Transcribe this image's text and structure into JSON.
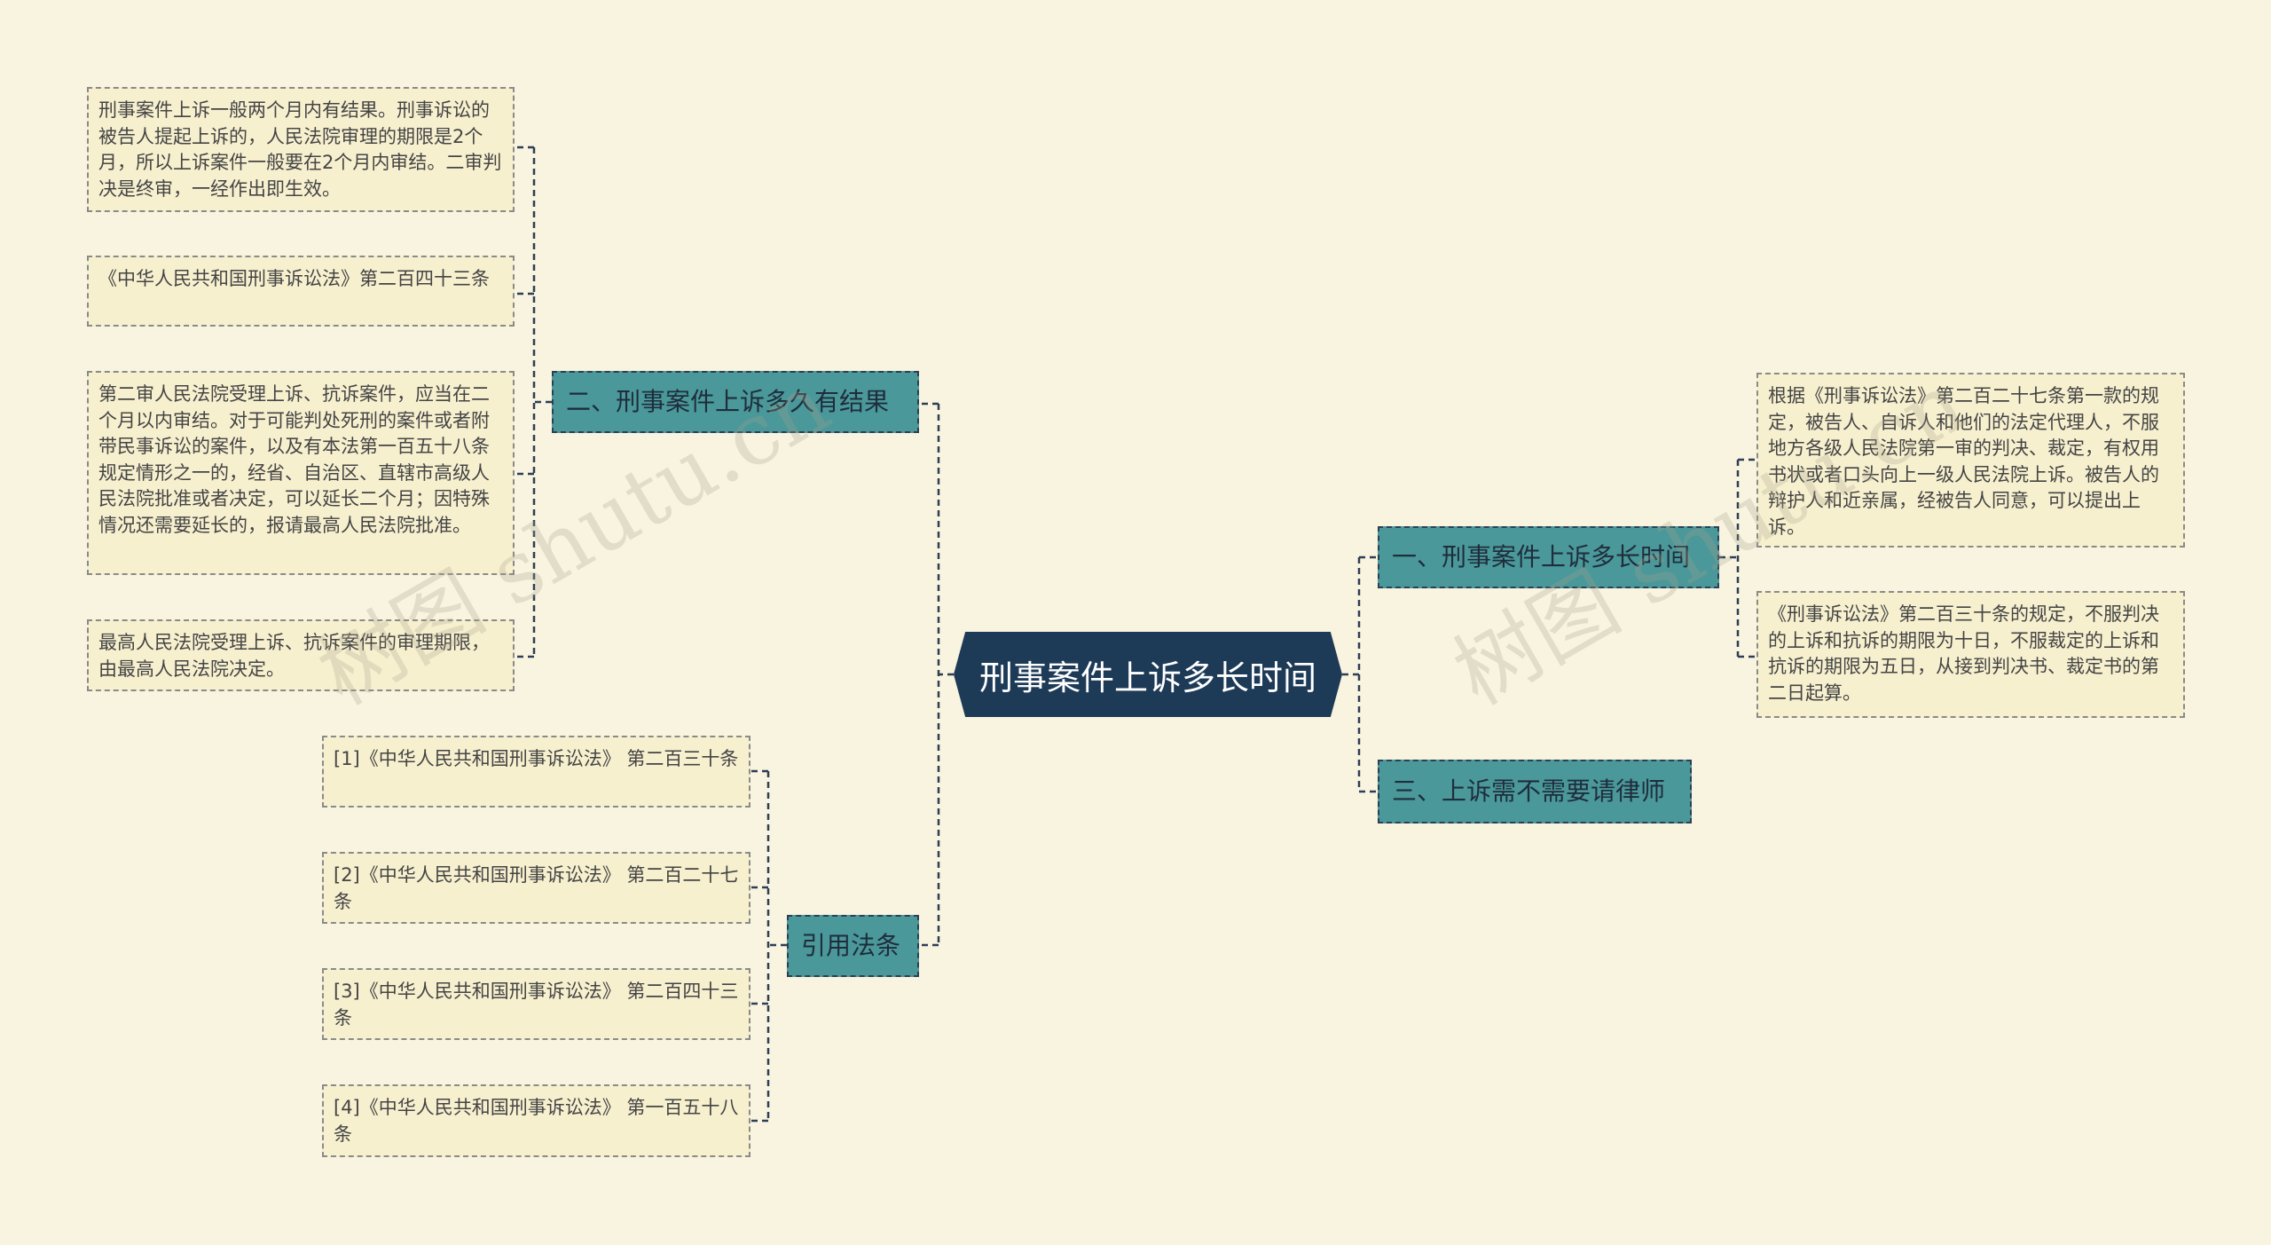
{
  "root": {
    "label": "刑事案件上诉多长时间"
  },
  "topics": {
    "t1": {
      "label": "一、刑事案件上诉多长时间"
    },
    "t2": {
      "label": "二、刑事案件上诉多久有结果"
    },
    "t3": {
      "label": "三、上诉需不需要请律师"
    },
    "t4": {
      "label": "引用法条"
    }
  },
  "t1_leaves": [
    "根据《刑事诉讼法》第二百二十七条第一款的规定，被告人、自诉人和他们的法定代理人，不服地方各级人民法院第一审的判决、裁定，有权用书状或者口头向上一级人民法院上诉。被告人的辩护人和近亲属，经被告人同意，可以提出上诉。",
    "《刑事诉讼法》第二百三十条的规定，不服判决的上诉和抗诉的期限为十日，不服裁定的上诉和抗诉的期限为五日，从接到判决书、裁定书的第二日起算。"
  ],
  "t2_leaves": [
    "刑事案件上诉一般两个月内有结果。刑事诉讼的被告人提起上诉的，人民法院审理的期限是2个月，所以上诉案件一般要在2个月内审结。二审判决是终审，一经作出即生效。",
    "《中华人民共和国刑事诉讼法》第二百四十三条",
    "第二审人民法院受理上诉、抗诉案件，应当在二个月以内审结。对于可能判处死刑的案件或者附带民事诉讼的案件，以及有本法第一百五十八条规定情形之一的，经省、自治区、直辖市高级人民法院批准或者决定，可以延长二个月；因特殊情况还需要延长的，报请最高人民法院批准。",
    "最高人民法院受理上诉、抗诉案件的审理期限，由最高人民法院决定。"
  ],
  "t4_leaves": [
    "[1]《中华人民共和国刑事诉讼法》 第二百三十条",
    "[2]《中华人民共和国刑事诉讼法》 第二百二十七条",
    "[3]《中华人民共和国刑事诉讼法》 第二百四十三条",
    "[4]《中华人民共和国刑事诉讼法》 第一百五十八条"
  ],
  "watermark": "树图 shutu.cn",
  "colors": {
    "background": "#f9f4e0",
    "root": "#1d3a57",
    "topic": "#4a9899",
    "leaf": "#f7f0cf",
    "line": "#2e3e55"
  }
}
